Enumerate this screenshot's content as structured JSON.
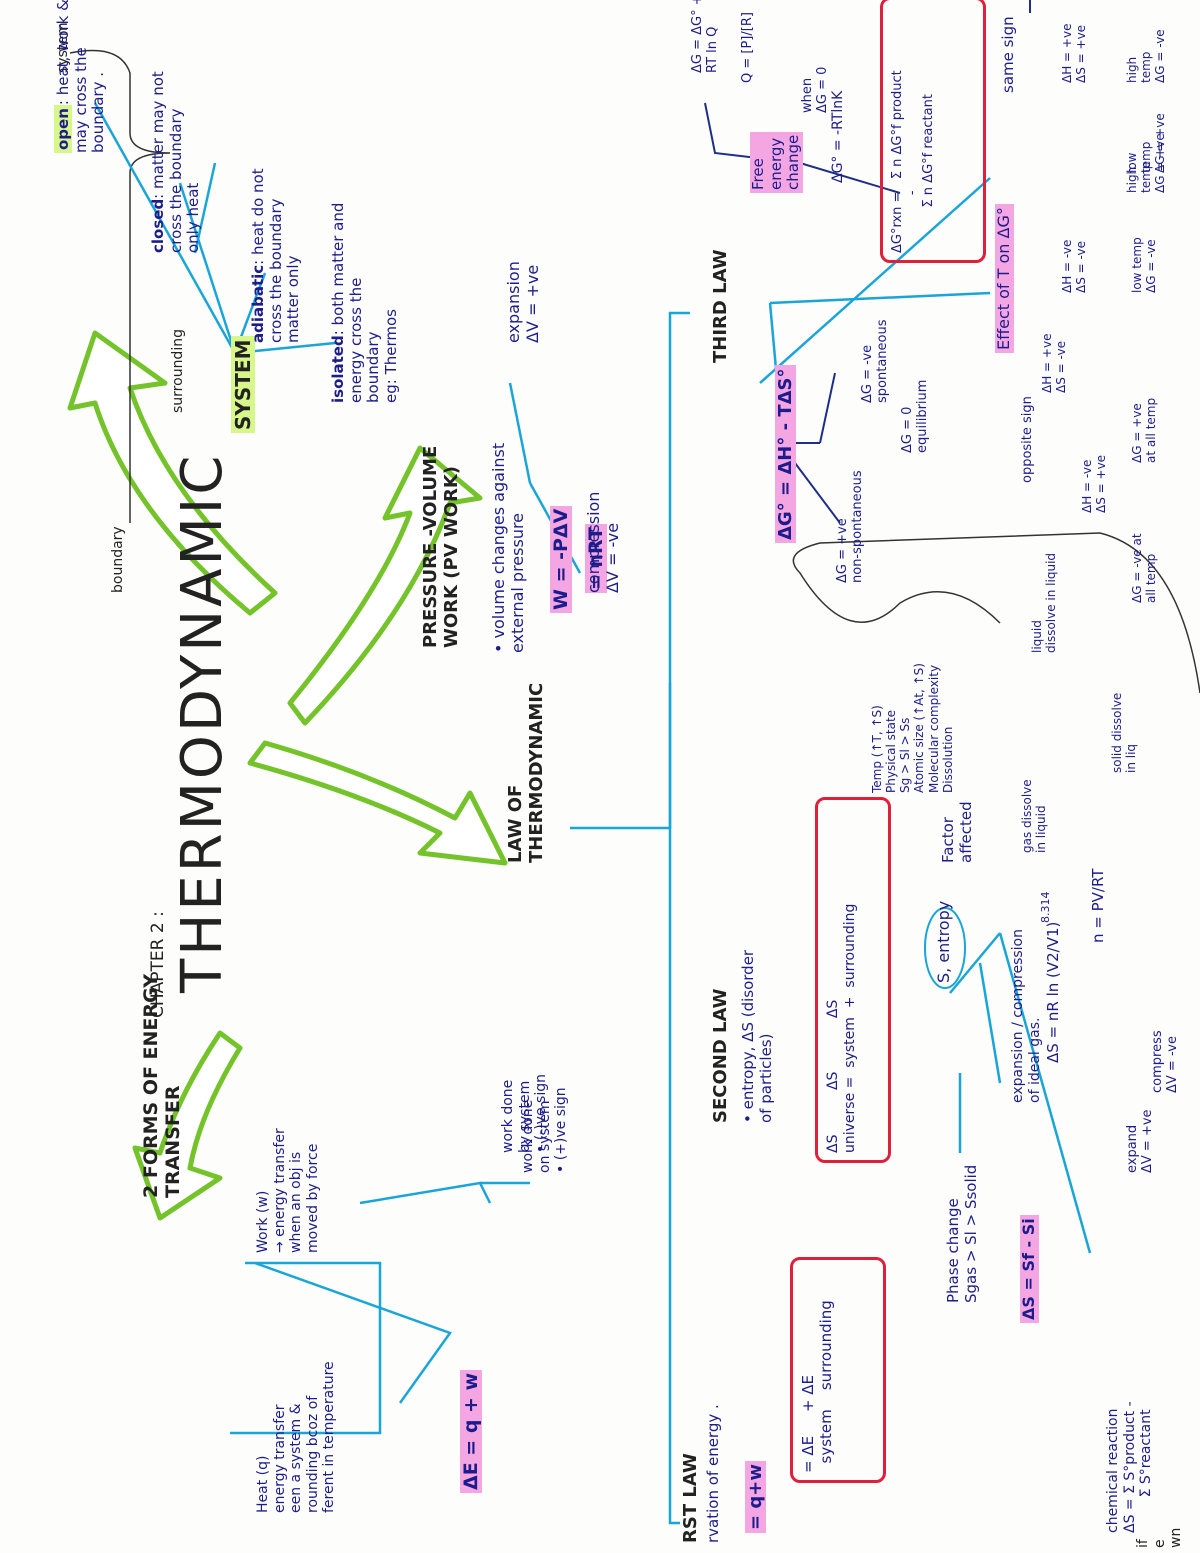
{
  "title": {
    "chapter": "CHAPTER 2 :",
    "main": "THERMODYNAMIC"
  },
  "sketch": {
    "system": "system",
    "surrounding": "surrounding",
    "boundary": "boundary"
  },
  "system": {
    "label": "SYSTEM",
    "types": [
      {
        "name": "open",
        "desc": ": heat, work & matter\nmay cross the\nboundary ."
      },
      {
        "name": "closed",
        "desc": ": matter may not\ncross the boundary\nonly heat"
      },
      {
        "name": "adiabatic",
        "desc": ": heat do not\ncross the boundary\nmatter only"
      },
      {
        "name": "isolated",
        "desc": ": both matter and\nenergy cross the\nboundary\neg: Thermos"
      }
    ]
  },
  "pv": {
    "title": "PRESSURE -VOLUME\nWORK (PV WORK)",
    "desc": "• volume changes against\nexternal pressure",
    "formula1": "W = -PΔV",
    "formula2": "= nRT",
    "expansion": "expansion\nΔV = +ve",
    "compression": "compression\nΔV = -ve"
  },
  "forms": {
    "title": "2 FORMS OF ENERGY\nTRANSFER",
    "heat": "Heat (q)\nenergy transfer\neen a system &\nrounding bcoz of\nferent in temperature",
    "work": "Work (w)\n→ energy transfer\nwhen an obj is\nmoved by force",
    "by": "work done\nby system\n• (-)ve sign",
    "on": "work done\non system\n• (+)ve sign",
    "de": "ΔE = q + w"
  },
  "law": {
    "title": "LAW OF\nTHERMODYNAMIC"
  },
  "first": {
    "title": "RST LAW",
    "desc": "rvation of energy .",
    "formula": "= q+w",
    "eq": "= ΔE     + ΔE\n  system    surrounding"
  },
  "second": {
    "title": "SECOND LAW",
    "desc": "• entropy, ΔS (disorder\nof particles)",
    "eq": "ΔS          ΔS            ΔS\nuniverse =  system  +  surrounding",
    "entropy": "S, entropy",
    "factor": "Factor\naffected",
    "factors": "Temp (↑T, ↑S)\nPhysical state\nSg > Sl > Ss\nAtomic size (↑At, ↑S)\nMolecular complexity\nDissolution",
    "gas": "gas dissolve\nin liquid",
    "liquid": "liquid\ndissolve in liquid",
    "solid": "solid dissolve\nin liq",
    "expansion": "expansion / compression\nof ideal gas.",
    "ds": "ΔS = nR ln (V2/V1)",
    "r": "8.314",
    "n": "n = PV/RT",
    "expand": "expand\nΔV = +ve",
    "compress": "compress\nΔV = -ve",
    "phase": "Phase change\nSgas > Sl > Ssolid",
    "phasef": "ΔS = Sf - Si",
    "chem": "chemical reaction\nΔS = Σ S°product -\n        Σ S°reactant"
  },
  "third": {
    "title": "THIRD LAW",
    "gibbs": "ΔG° = ΔH° - TΔS°",
    "ns": "ΔG = +ve\nnon-spontaneous",
    "eq": "ΔG = 0\nequilibrium",
    "sp": "ΔG = -ve\nspontaneous",
    "free": "Free\nenergy\nchange",
    "when": "when\nΔG = 0",
    "k": "ΔG° = -RTlnK",
    "q1": "ΔG = ΔG° +\nRT ln Q",
    "q2": "Q = [P]/[R]",
    "rxn": "ΔG°rxn =   Σ n ΔG°f product\n              -\n           Σ n ΔG°f reactant",
    "effect": "Effect of T on ΔG°",
    "same": "same sign",
    "opposite": "opposite sign",
    "c1": "ΔH = -ve\nΔS = +ve",
    "c1g": "ΔG = -ve at\nall temp",
    "c2": "ΔH = +ve\nΔS = -ve",
    "c2g": "ΔG = +ve\nat all temp",
    "c3": "ΔH = -ve\nΔS = -ve",
    "c3a": "low temp\nΔG = -ve",
    "c3b": "high\ntemp\nΔG = +ve",
    "c4": "ΔH = +ve\nΔS = +ve",
    "c4a": "low\ntemp\nΔG = +ve",
    "c4b": "high\ntemp\nΔG = -ve"
  },
  "edge": {
    "left": "if\ne\nwn"
  },
  "colors": {
    "green": "#74c32a",
    "blue": "#1aa5d8",
    "pink": "#f3a6e2",
    "red": "#e0203a",
    "highlight": "#d8f78a"
  }
}
